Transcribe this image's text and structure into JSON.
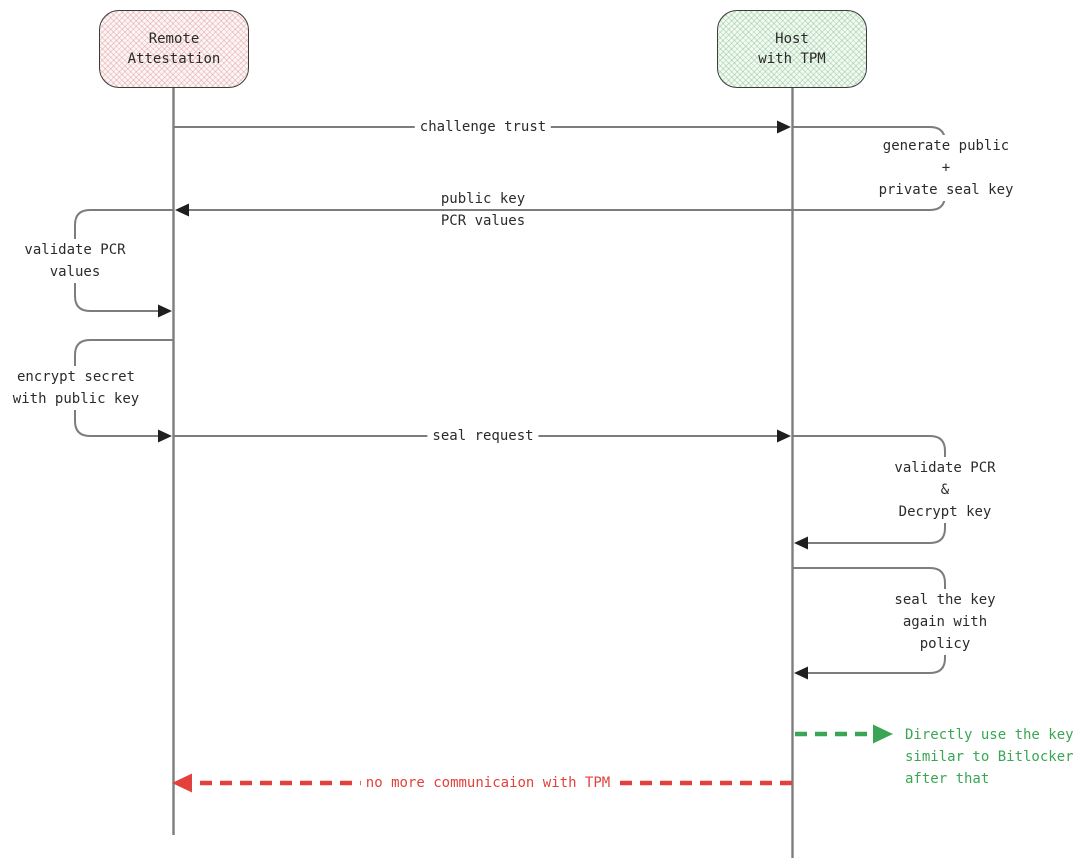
{
  "colors": {
    "line": "#7d7d7d",
    "arrow": "#1f1f1f",
    "text": "#2b2b2b",
    "green": "#3aa655",
    "red": "#e2413c"
  },
  "actors": [
    {
      "id": "remote-attestation",
      "label": "Remote\nAttestation"
    },
    {
      "id": "host-with-tpm",
      "label": "Host\nwith TPM"
    }
  ],
  "messages": {
    "challenge_trust": "challenge trust",
    "generate_seal_key": "generate public +\nprivate seal key",
    "public_key_pcr": "public key\nPCR values",
    "validate_pcr": "validate PCR\nvalues",
    "encrypt_secret": "encrypt secret\nwith public key",
    "seal_request": "seal request",
    "validate_and_decrypt": "validate PCR\n&\nDecrypt key",
    "seal_again": "seal the key\nagain with policy",
    "direct_use": "Directly use the key\nsimilar to Bitlocker\nafter that",
    "no_more_comm": "no more communicaion with TPM"
  }
}
